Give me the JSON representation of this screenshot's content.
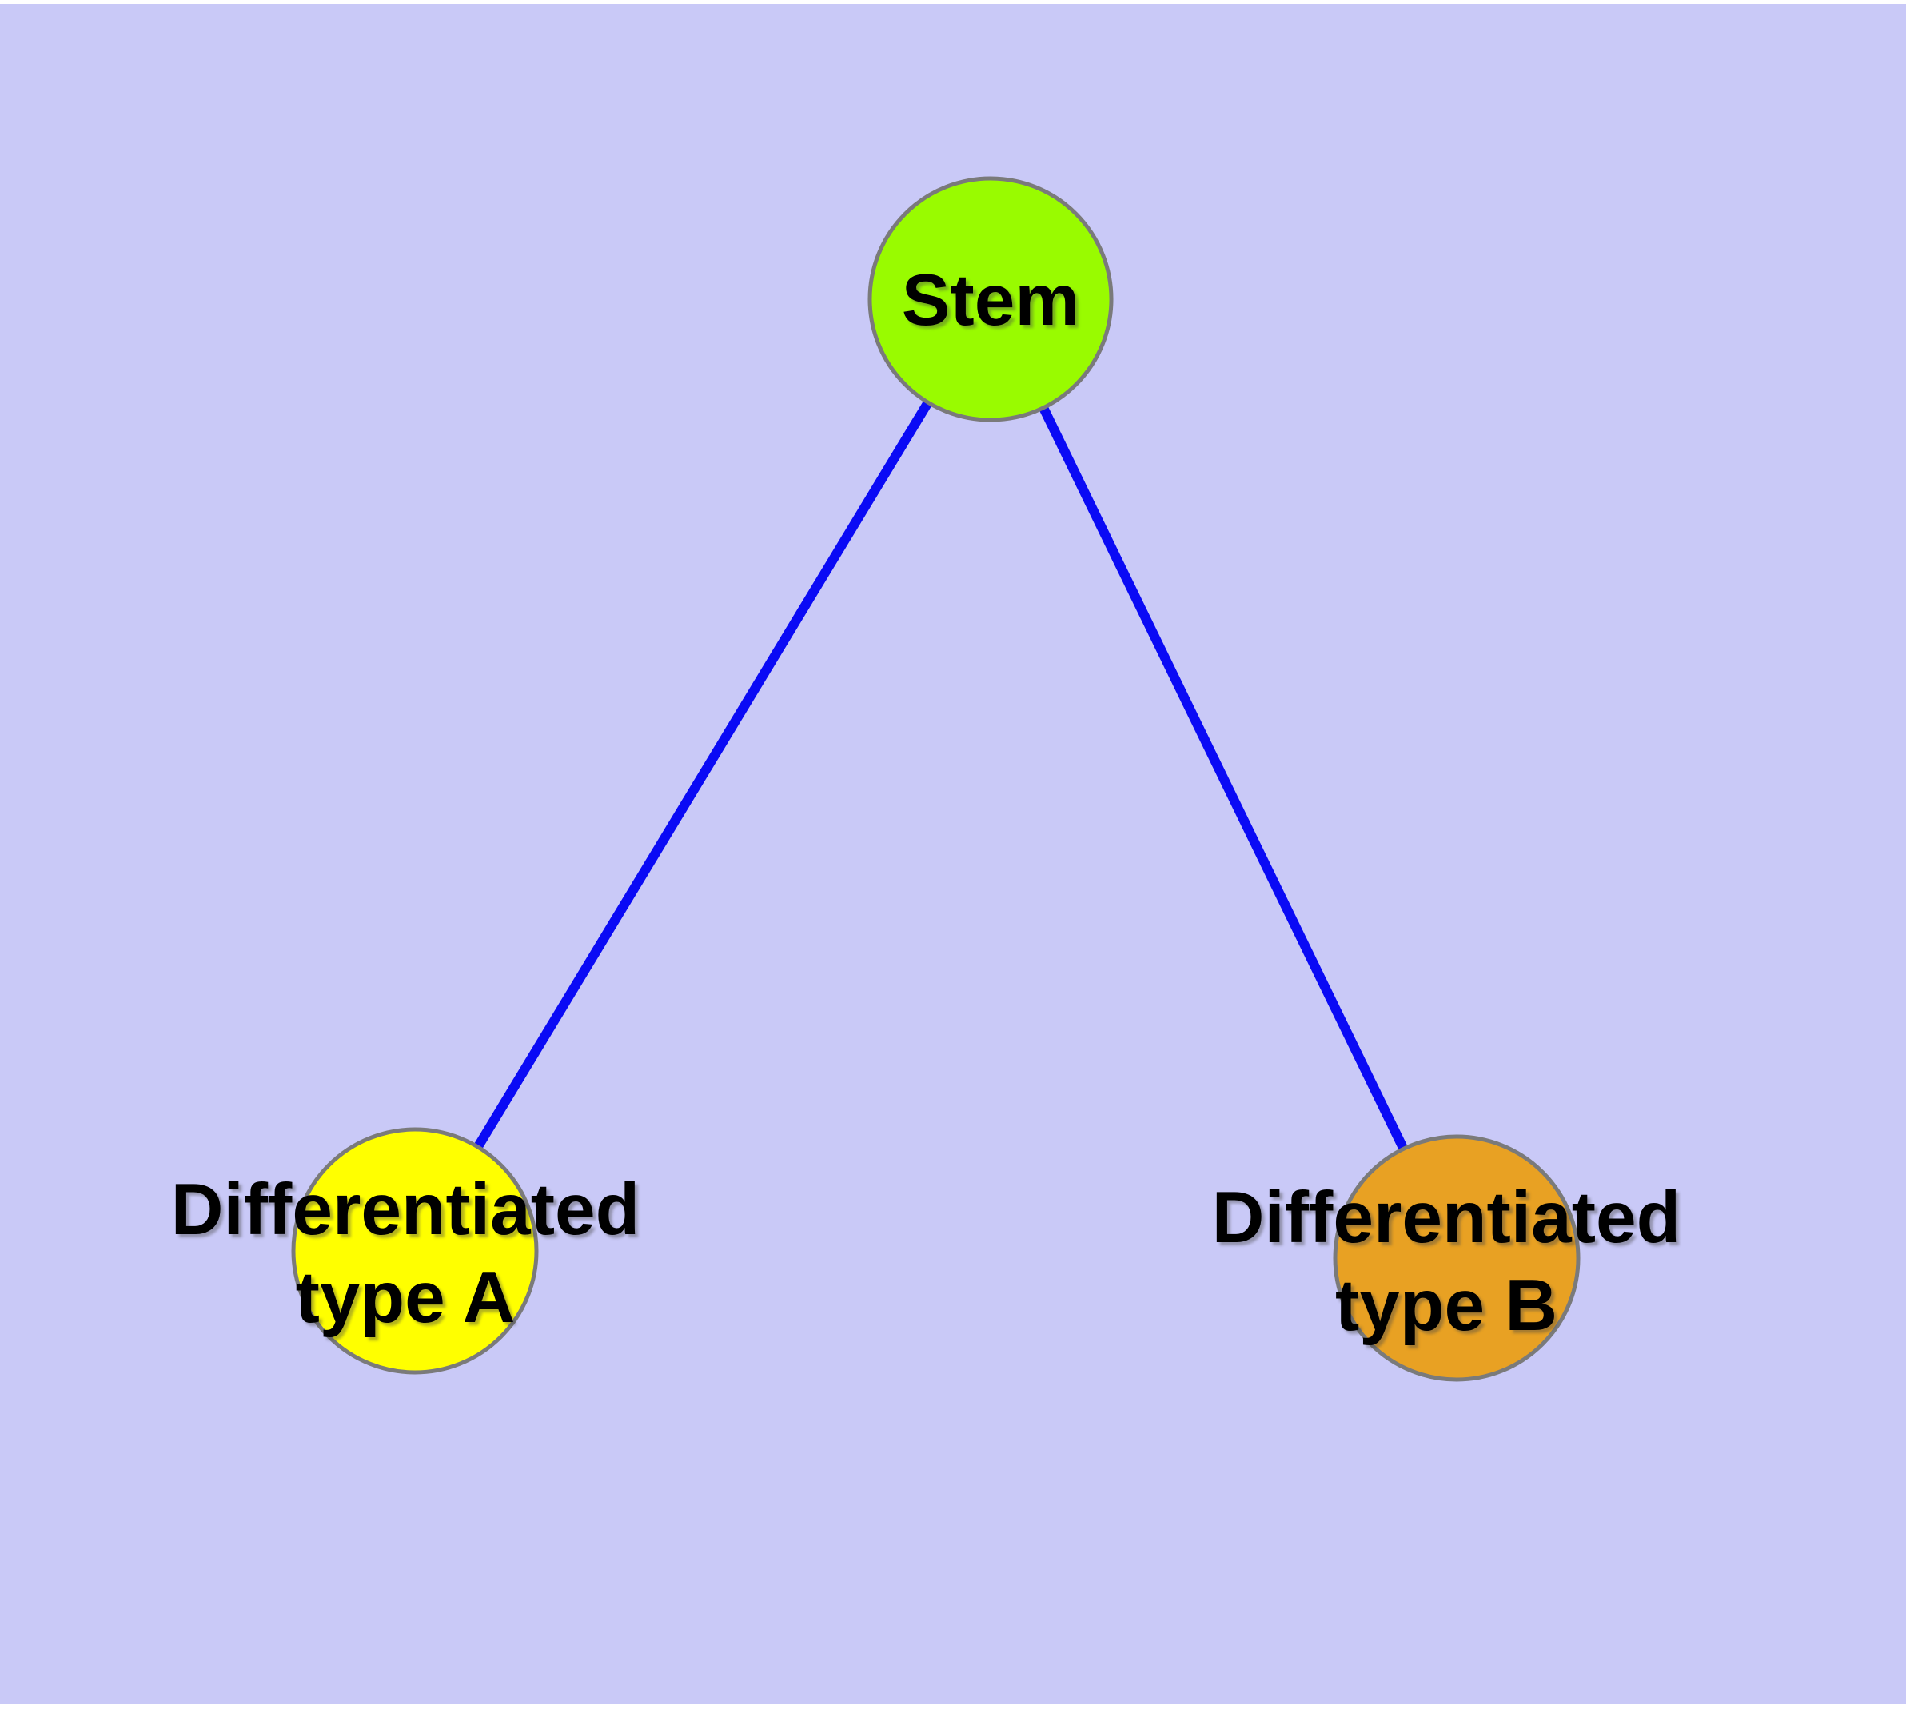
{
  "diagram": {
    "type": "node-link-graph",
    "background_color": "#C9C9F7",
    "canvas_margin_color": "#FFFFFF",
    "edge_color": "#0A0AF5",
    "node_border_color": "#7A7A7A",
    "label_color": "#000000",
    "nodes": [
      {
        "id": "stem",
        "lines": [
          "Stem"
        ],
        "label": "Stem",
        "fill": "#99FB00"
      },
      {
        "id": "differentiated-type-a",
        "lines": [
          "Differentiated",
          "type A"
        ],
        "label": "Differentiated type A",
        "fill": "#FFFF00"
      },
      {
        "id": "differentiated-type-b",
        "lines": [
          "Differentiated",
          "type B"
        ],
        "label": "Differentiated type B",
        "fill": "#E8A123"
      }
    ],
    "edges": [
      {
        "from": "Stem",
        "to": "Differentiated type A"
      },
      {
        "from": "Stem",
        "to": "Differentiated type B"
      }
    ]
  }
}
